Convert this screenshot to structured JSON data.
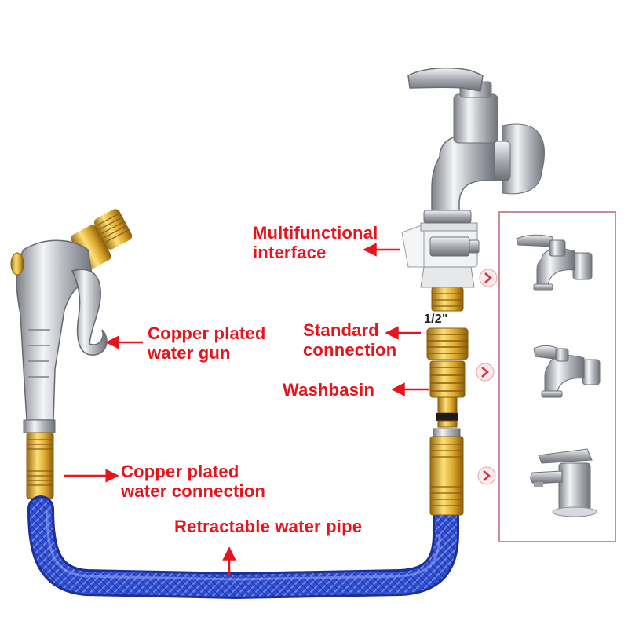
{
  "labels": {
    "multifunctional_interface": [
      "Multifunctional",
      "interface"
    ],
    "copper_plated_water_gun": [
      "Copper plated",
      "water gun"
    ],
    "standard_connection": [
      "Standard",
      "connection"
    ],
    "washbasin": "Washbasin",
    "copper_plated_water_connection": [
      "Copper plated",
      "water connection"
    ],
    "retractable_water_pipe": "Retractable water pipe",
    "thread_size": "1/2\""
  },
  "colors": {
    "label_red": "#e8141c",
    "hose_blue": "#2f4fd0",
    "brass": "#d9a72b",
    "chrome": "#c9ccd1",
    "panel_border": "#c98b95"
  },
  "icons": [
    "wall-tap-icon",
    "tap-icon",
    "basin-faucet-icon"
  ]
}
